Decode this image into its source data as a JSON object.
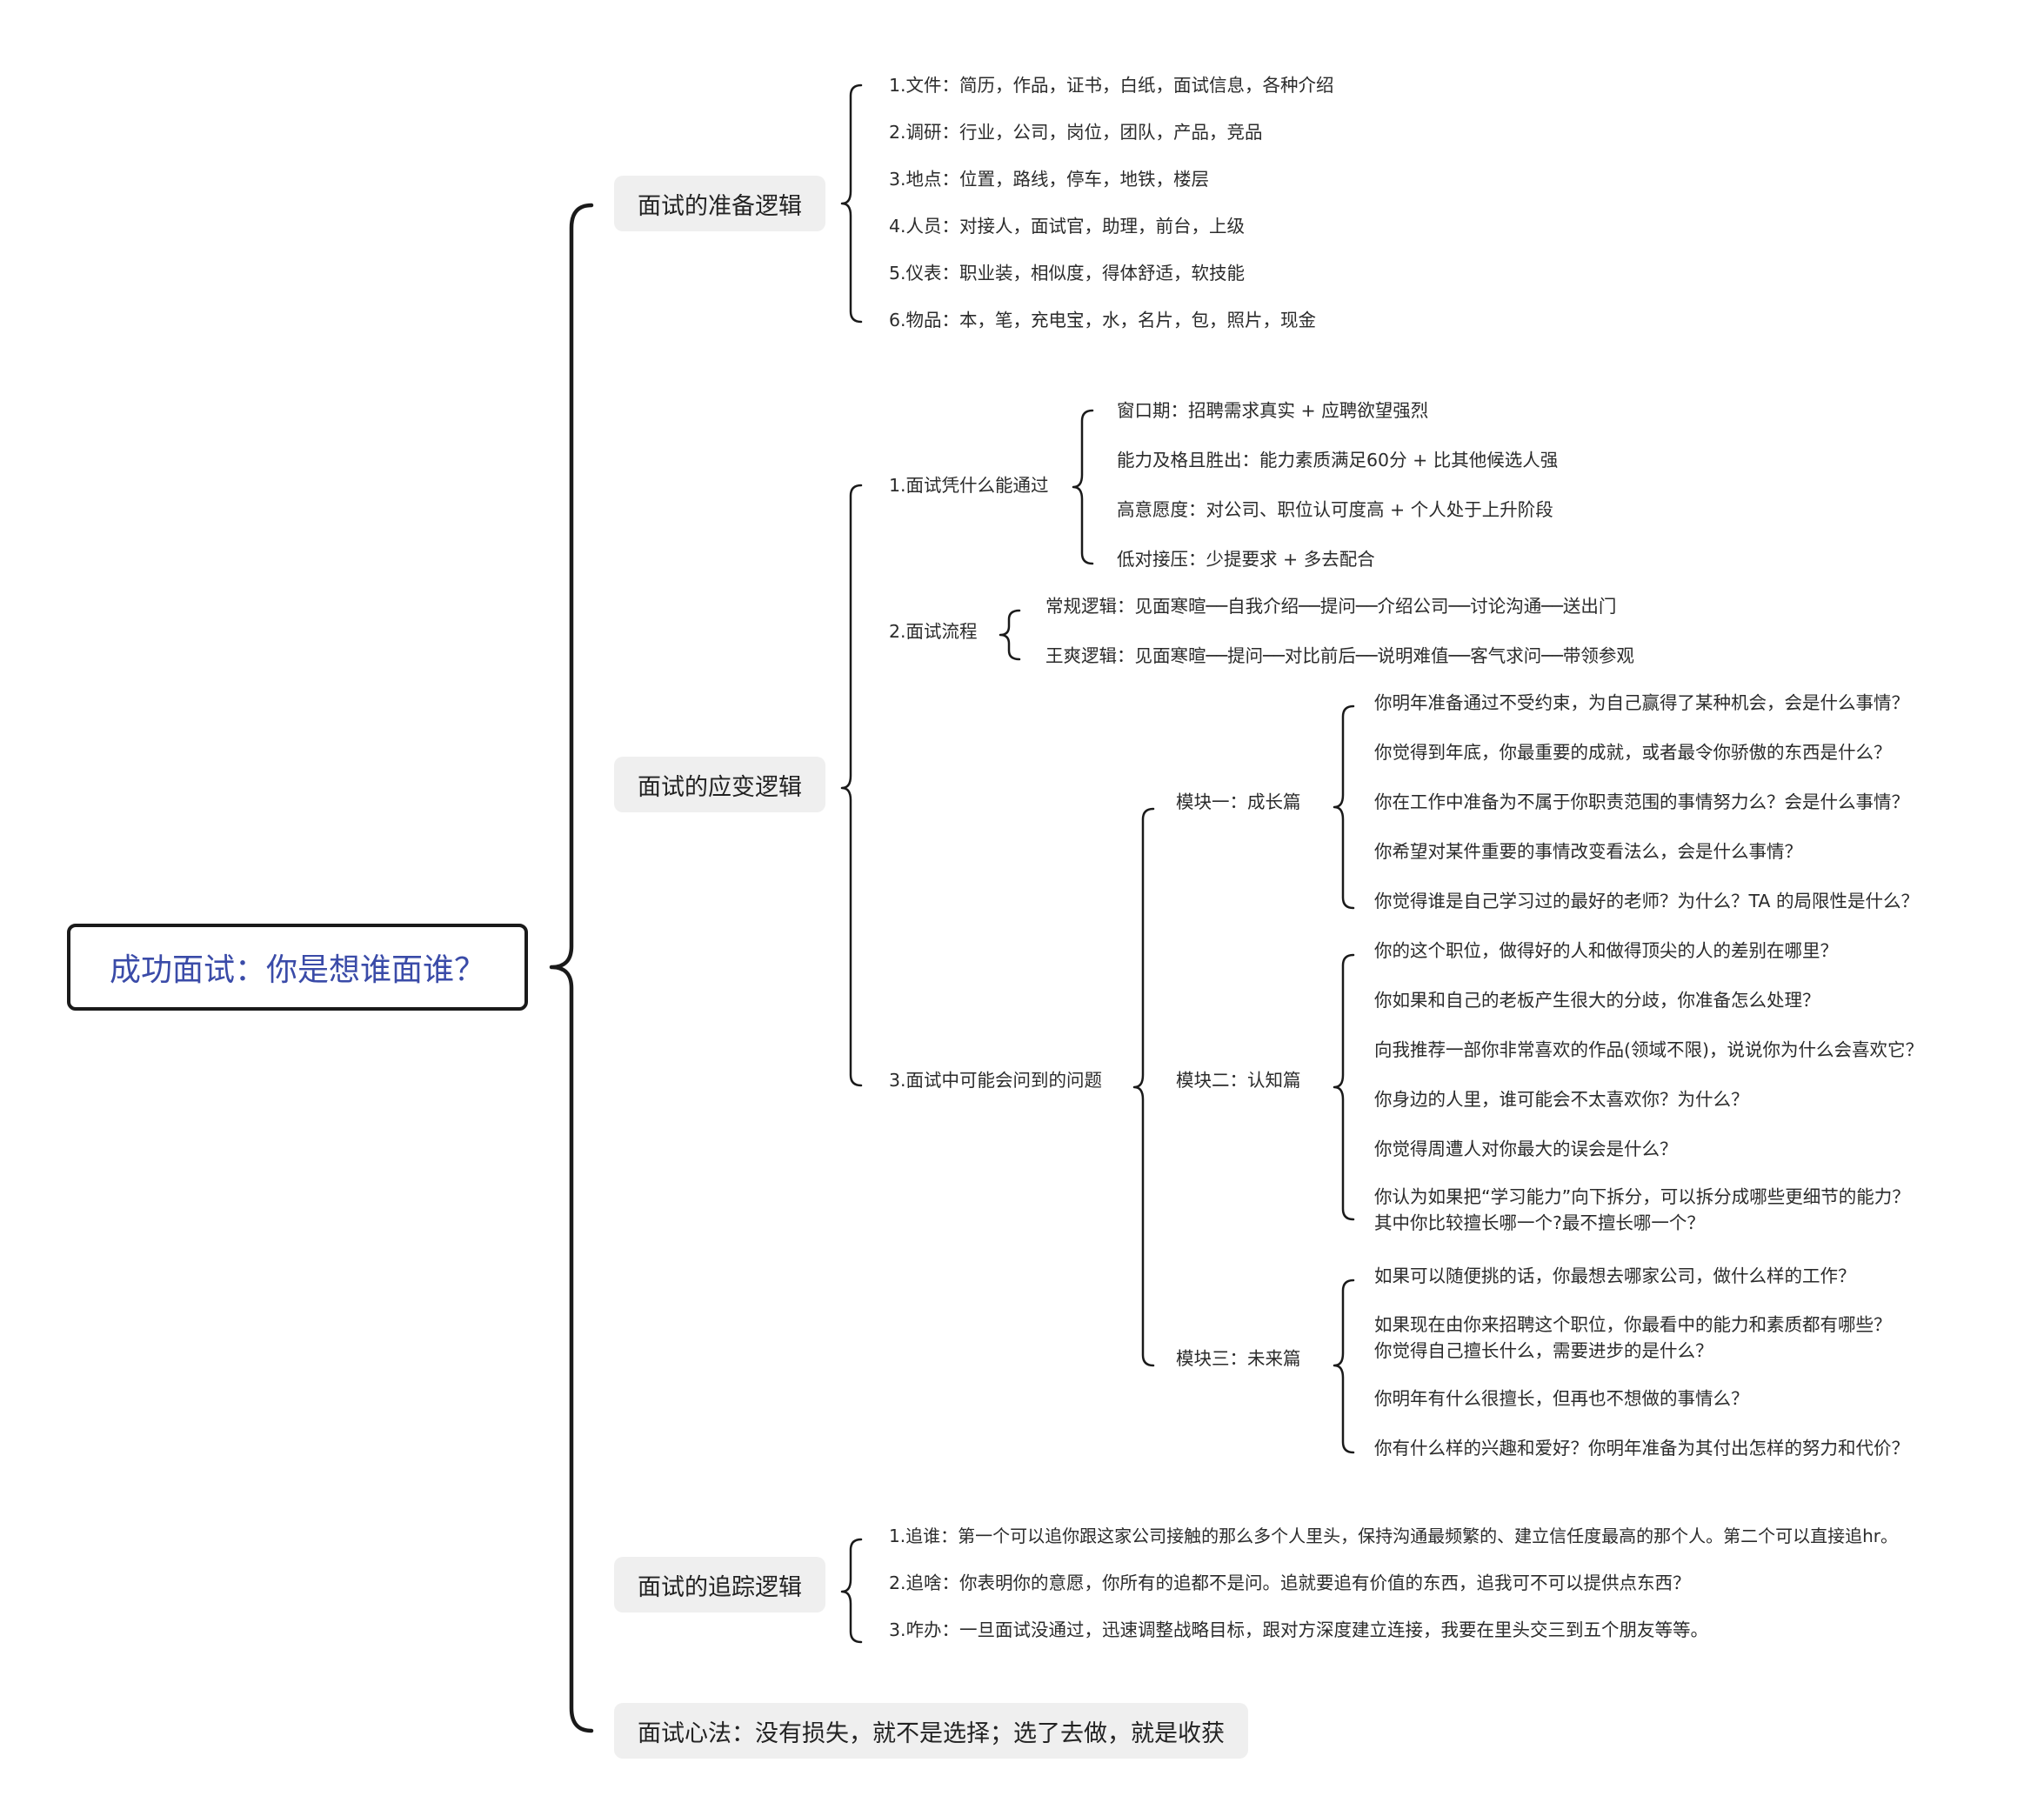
{
  "root": {
    "title": "成功面试：你是想谁面谁？"
  },
  "branches": {
    "prep": {
      "label": "面试的准备逻辑",
      "items": [
        "1.文件：简历，作品，证书，白纸，面试信息，各种介绍",
        "2.调研：行业，公司，岗位，团队，产品，竞品",
        "3.地点：位置，路线，停车，地铁，楼层",
        "4.人员：对接人，面试官，助理，前台，上级",
        "5.仪表：职业装，相似度，得体舒适，软技能",
        "6.物品：本，笔，充电宝，水，名片，包，照片，现金"
      ]
    },
    "adapt": {
      "label": "面试的应变逻辑",
      "pass": {
        "label": "1.面试凭什么能通过",
        "items": [
          "窗口期：招聘需求真实 + 应聘欲望强烈",
          "能力及格且胜出：能力素质满足60分 + 比其他候选人强",
          "高意愿度：对公司、职位认可度高 + 个人处于上升阶段",
          "低对接压：少提要求 + 多去配合"
        ]
      },
      "flow": {
        "label": "2.面试流程",
        "items": [
          "常规逻辑：见面寒暄──自我介绍──提问──介绍公司──讨论沟通──送出门",
          "王爽逻辑：见面寒暄──提问──对比前后──说明难值──客气求问──带领参观"
        ]
      },
      "questions": {
        "label": "3.面试中可能会问到的问题",
        "modules": [
          {
            "label": "模块一：成长篇",
            "items": [
              "你明年准备通过不受约束，为自己赢得了某种机会，会是什么事情？",
              "你觉得到年底，你最重要的成就，或者最令你骄傲的东西是什么？",
              "你在工作中准备为不属于你职责范围的事情努力么？会是什么事情？",
              "你希望对某件重要的事情改变看法么，会是什么事情？",
              "你觉得谁是自己学习过的最好的老师？为什么？TA 的局限性是什么？"
            ]
          },
          {
            "label": "模块二：认知篇",
            "items": [
              "你的这个职位，做得好的人和做得顶尖的人的差别在哪里？",
              "你如果和自己的老板产生很大的分歧，你准备怎么处理？",
              "向我推荐一部你非常喜欢的作品(领域不限)，说说你为什么会喜欢它？",
              "你身边的人里，谁可能会不太喜欢你？为什么？",
              "你觉得周遭人对你最大的误会是什么？"
            ],
            "last_lines": [
              "你认为如果把“学习能力”向下拆分，可以拆分成哪些更细节的能力？",
              "其中你比较擅长哪一个?最不擅长哪一个？"
            ]
          },
          {
            "label": "模块三：未来篇",
            "items": [
              "如果可以随便挑的话，你最想去哪家公司，做什么样的工作？",
              "你明年有什么很擅长，但再也不想做的事情么？",
              "你有什么样的兴趣和爱好？你明年准备为其付出怎样的努力和代价？"
            ],
            "two_line": [
              "如果现在由你来招聘这个职位，你最看中的能力和素质都有哪些？",
              "你觉得自己擅长什么，需要进步的是什么？"
            ]
          }
        ]
      }
    },
    "track": {
      "label": "面试的追踪逻辑",
      "items": [
        "1.追谁：第一个可以追你跟这家公司接触的那么多个人里头，保持沟通最频繁的、建立信任度最高的那个人。第二个可以直接追hr。",
        "2.追啥：你表明你的意愿，你所有的追都不是问。追就要追有价值的东西，追我可不可以提供点东西？",
        "3.咋办：一旦面试没通过，迅速调整战略目标，跟对方深度建立连接，我要在里头交三到五个朋友等等。"
      ]
    },
    "mind": {
      "label": "面试心法：没有损失，就不是选择；选了去做，就是收获"
    }
  },
  "colors": {
    "root_text": "#3a4ba8",
    "branch_bg": "#efefef",
    "line": "#1a1a1a"
  }
}
